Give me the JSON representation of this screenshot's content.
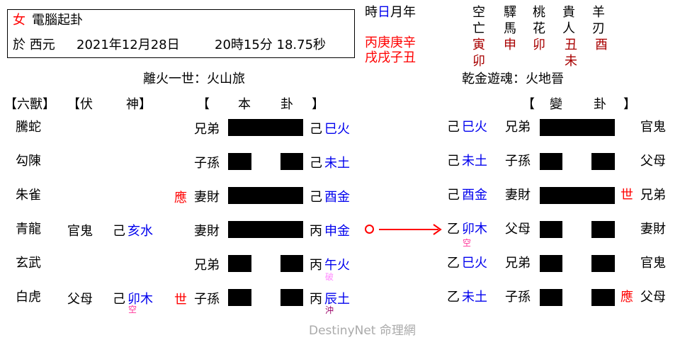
{
  "info": {
    "gender": "女",
    "title": "電腦起卦",
    "date_prefix": "於 西元",
    "date": "2021年12月28日",
    "time": "20時15分 18.75秒"
  },
  "pillars": {
    "header": [
      "時",
      "日",
      "月",
      "年"
    ],
    "stems": "丙庚庚辛",
    "branches": "戌戌子丑"
  },
  "shensha": {
    "columns": [
      {
        "name1": "空",
        "name2": "亡",
        "values": [
          "寅",
          "卯"
        ]
      },
      {
        "name1": "驛",
        "name2": "馬",
        "values": [
          "申"
        ]
      },
      {
        "name1": "桃",
        "name2": "花",
        "values": [
          "卯"
        ]
      },
      {
        "name1": "貴",
        "name2": "人",
        "values": [
          "丑",
          "未"
        ]
      },
      {
        "name1": "羊",
        "name2": "刃",
        "values": [
          "酉"
        ]
      }
    ]
  },
  "main_gua_title": "離火一世：火山旅",
  "changed_gua_title": "乾金遊魂：火地晉",
  "headers": {
    "liushou": "【六獸】",
    "fushen_l": "【伏",
    "fushen_r": "神】",
    "bengua_l": "【",
    "bengua_m1": "本",
    "bengua_m2": "卦",
    "bengua_r": "】",
    "biangua_l": "【",
    "biangua_m1": "變",
    "biangua_m2": "卦",
    "biangua_r": "】"
  },
  "rows": [
    {
      "beast": "騰蛇",
      "fu_rel": "",
      "fu_stem": "",
      "fu_branch": "",
      "fu_mark": "",
      "shi_ying": "",
      "rel": "兄弟",
      "yao": "yang",
      "stem": "己",
      "branch": "巳火",
      "mark": "",
      "moving": false,
      "c_stem": "己",
      "c_branch": "巳火",
      "c_mark": "",
      "c_rel": "兄弟",
      "c_yao": "yang",
      "c_shi_ying": "",
      "c_rel2": "官鬼"
    },
    {
      "beast": "勾陳",
      "fu_rel": "",
      "fu_stem": "",
      "fu_branch": "",
      "fu_mark": "",
      "shi_ying": "",
      "rel": "子孫",
      "yao": "yin",
      "stem": "己",
      "branch": "未土",
      "mark": "",
      "moving": false,
      "c_stem": "己",
      "c_branch": "未土",
      "c_mark": "",
      "c_rel": "子孫",
      "c_yao": "yin",
      "c_shi_ying": "",
      "c_rel2": "父母"
    },
    {
      "beast": "朱雀",
      "fu_rel": "",
      "fu_stem": "",
      "fu_branch": "",
      "fu_mark": "",
      "shi_ying": "應",
      "rel": "妻財",
      "yao": "yang",
      "stem": "己",
      "branch": "酉金",
      "mark": "",
      "moving": false,
      "c_stem": "己",
      "c_branch": "酉金",
      "c_mark": "",
      "c_rel": "妻財",
      "c_yao": "yang",
      "c_shi_ying": "世",
      "c_rel2": "兄弟"
    },
    {
      "beast": "青龍",
      "fu_rel": "官鬼",
      "fu_stem": "己",
      "fu_branch": "亥水",
      "fu_mark": "",
      "shi_ying": "",
      "rel": "妻財",
      "yao": "yang",
      "stem": "丙",
      "branch": "申金",
      "mark": "",
      "moving": true,
      "c_stem": "乙",
      "c_branch": "卯木",
      "c_mark": "空",
      "c_rel": "父母",
      "c_yao": "yin",
      "c_shi_ying": "",
      "c_rel2": "妻財"
    },
    {
      "beast": "玄武",
      "fu_rel": "",
      "fu_stem": "",
      "fu_branch": "",
      "fu_mark": "",
      "shi_ying": "",
      "rel": "兄弟",
      "yao": "yin",
      "stem": "丙",
      "branch": "午火",
      "mark": "破",
      "moving": false,
      "c_stem": "乙",
      "c_branch": "巳火",
      "c_mark": "",
      "c_rel": "兄弟",
      "c_yao": "yin",
      "c_shi_ying": "",
      "c_rel2": "官鬼"
    },
    {
      "beast": "白虎",
      "fu_rel": "父母",
      "fu_stem": "己",
      "fu_branch": "卯木",
      "fu_mark": "空",
      "shi_ying": "世",
      "rel": "子孫",
      "yao": "yin",
      "stem": "丙",
      "branch": "辰土",
      "mark": "沖",
      "moving": false,
      "c_stem": "乙",
      "c_branch": "未土",
      "c_mark": "",
      "c_rel": "子孫",
      "c_yao": "yin",
      "c_shi_ying": "應",
      "c_rel2": "父母"
    }
  ],
  "watermark": "DestinyNet 命理網",
  "colors": {
    "red": "#ff0000",
    "dark_red": "#a80000",
    "blue": "#0000ee",
    "kong_mark": "#ff3399",
    "po_mark": "#ff88ff",
    "chong_mark": "#990066",
    "watermark": "#aaaaaa"
  }
}
